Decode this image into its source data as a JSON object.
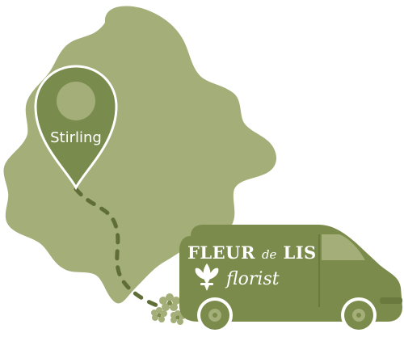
{
  "map": {
    "pin_label": "Stirling"
  },
  "van": {
    "brand_word1": "FLEUR",
    "brand_word2": "de",
    "brand_word3": "LIS",
    "brand_sub": "florist"
  },
  "colors": {
    "region": "#a3ae78",
    "pin": "#7a8c4d",
    "pin_outline": "#ffffff",
    "van_body": "#7b8b4b",
    "van_window": "#a3ae78",
    "route": "#5f6e38"
  },
  "icons": [
    "map-pin-icon",
    "fleur-de-lis-icon",
    "flower-icon",
    "wheel-icon"
  ]
}
